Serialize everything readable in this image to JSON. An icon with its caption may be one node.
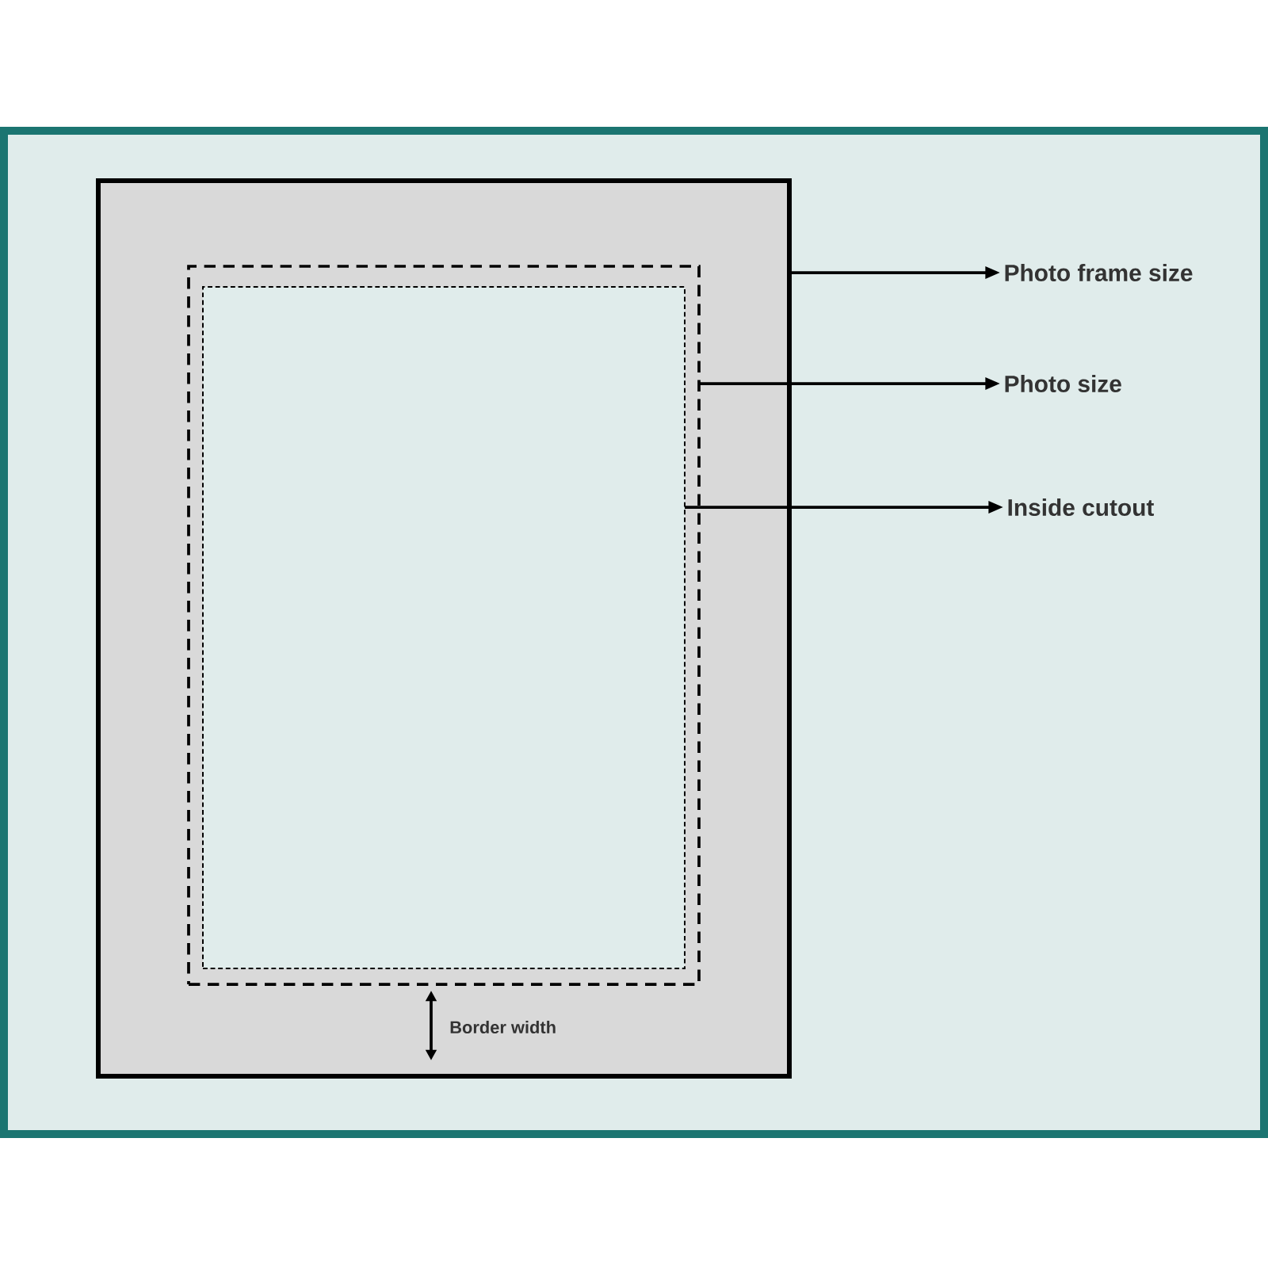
{
  "diagram": {
    "nodes": [
      {
        "text": [],
        "shape": "box"
      },
      {
        "text": [],
        "shape": "box",
        "in": 0
      },
      {
        "text": [],
        "shape": "box",
        "in": 1
      },
      {
        "text": [
          "Photo frame size"
        ]
      },
      {
        "text": [
          "Photo size"
        ]
      },
      {
        "text": [
          "Inside cutout"
        ]
      }
    ],
    "edges": [
      {
        "from": 0,
        "to": 3,
        "arrow": "to"
      },
      {
        "from": 1,
        "to": 4,
        "arrow": "to"
      },
      {
        "from": 2,
        "to": 5,
        "arrow": "to"
      }
    ],
    "labels": [
      "Border width"
    ]
  }
}
